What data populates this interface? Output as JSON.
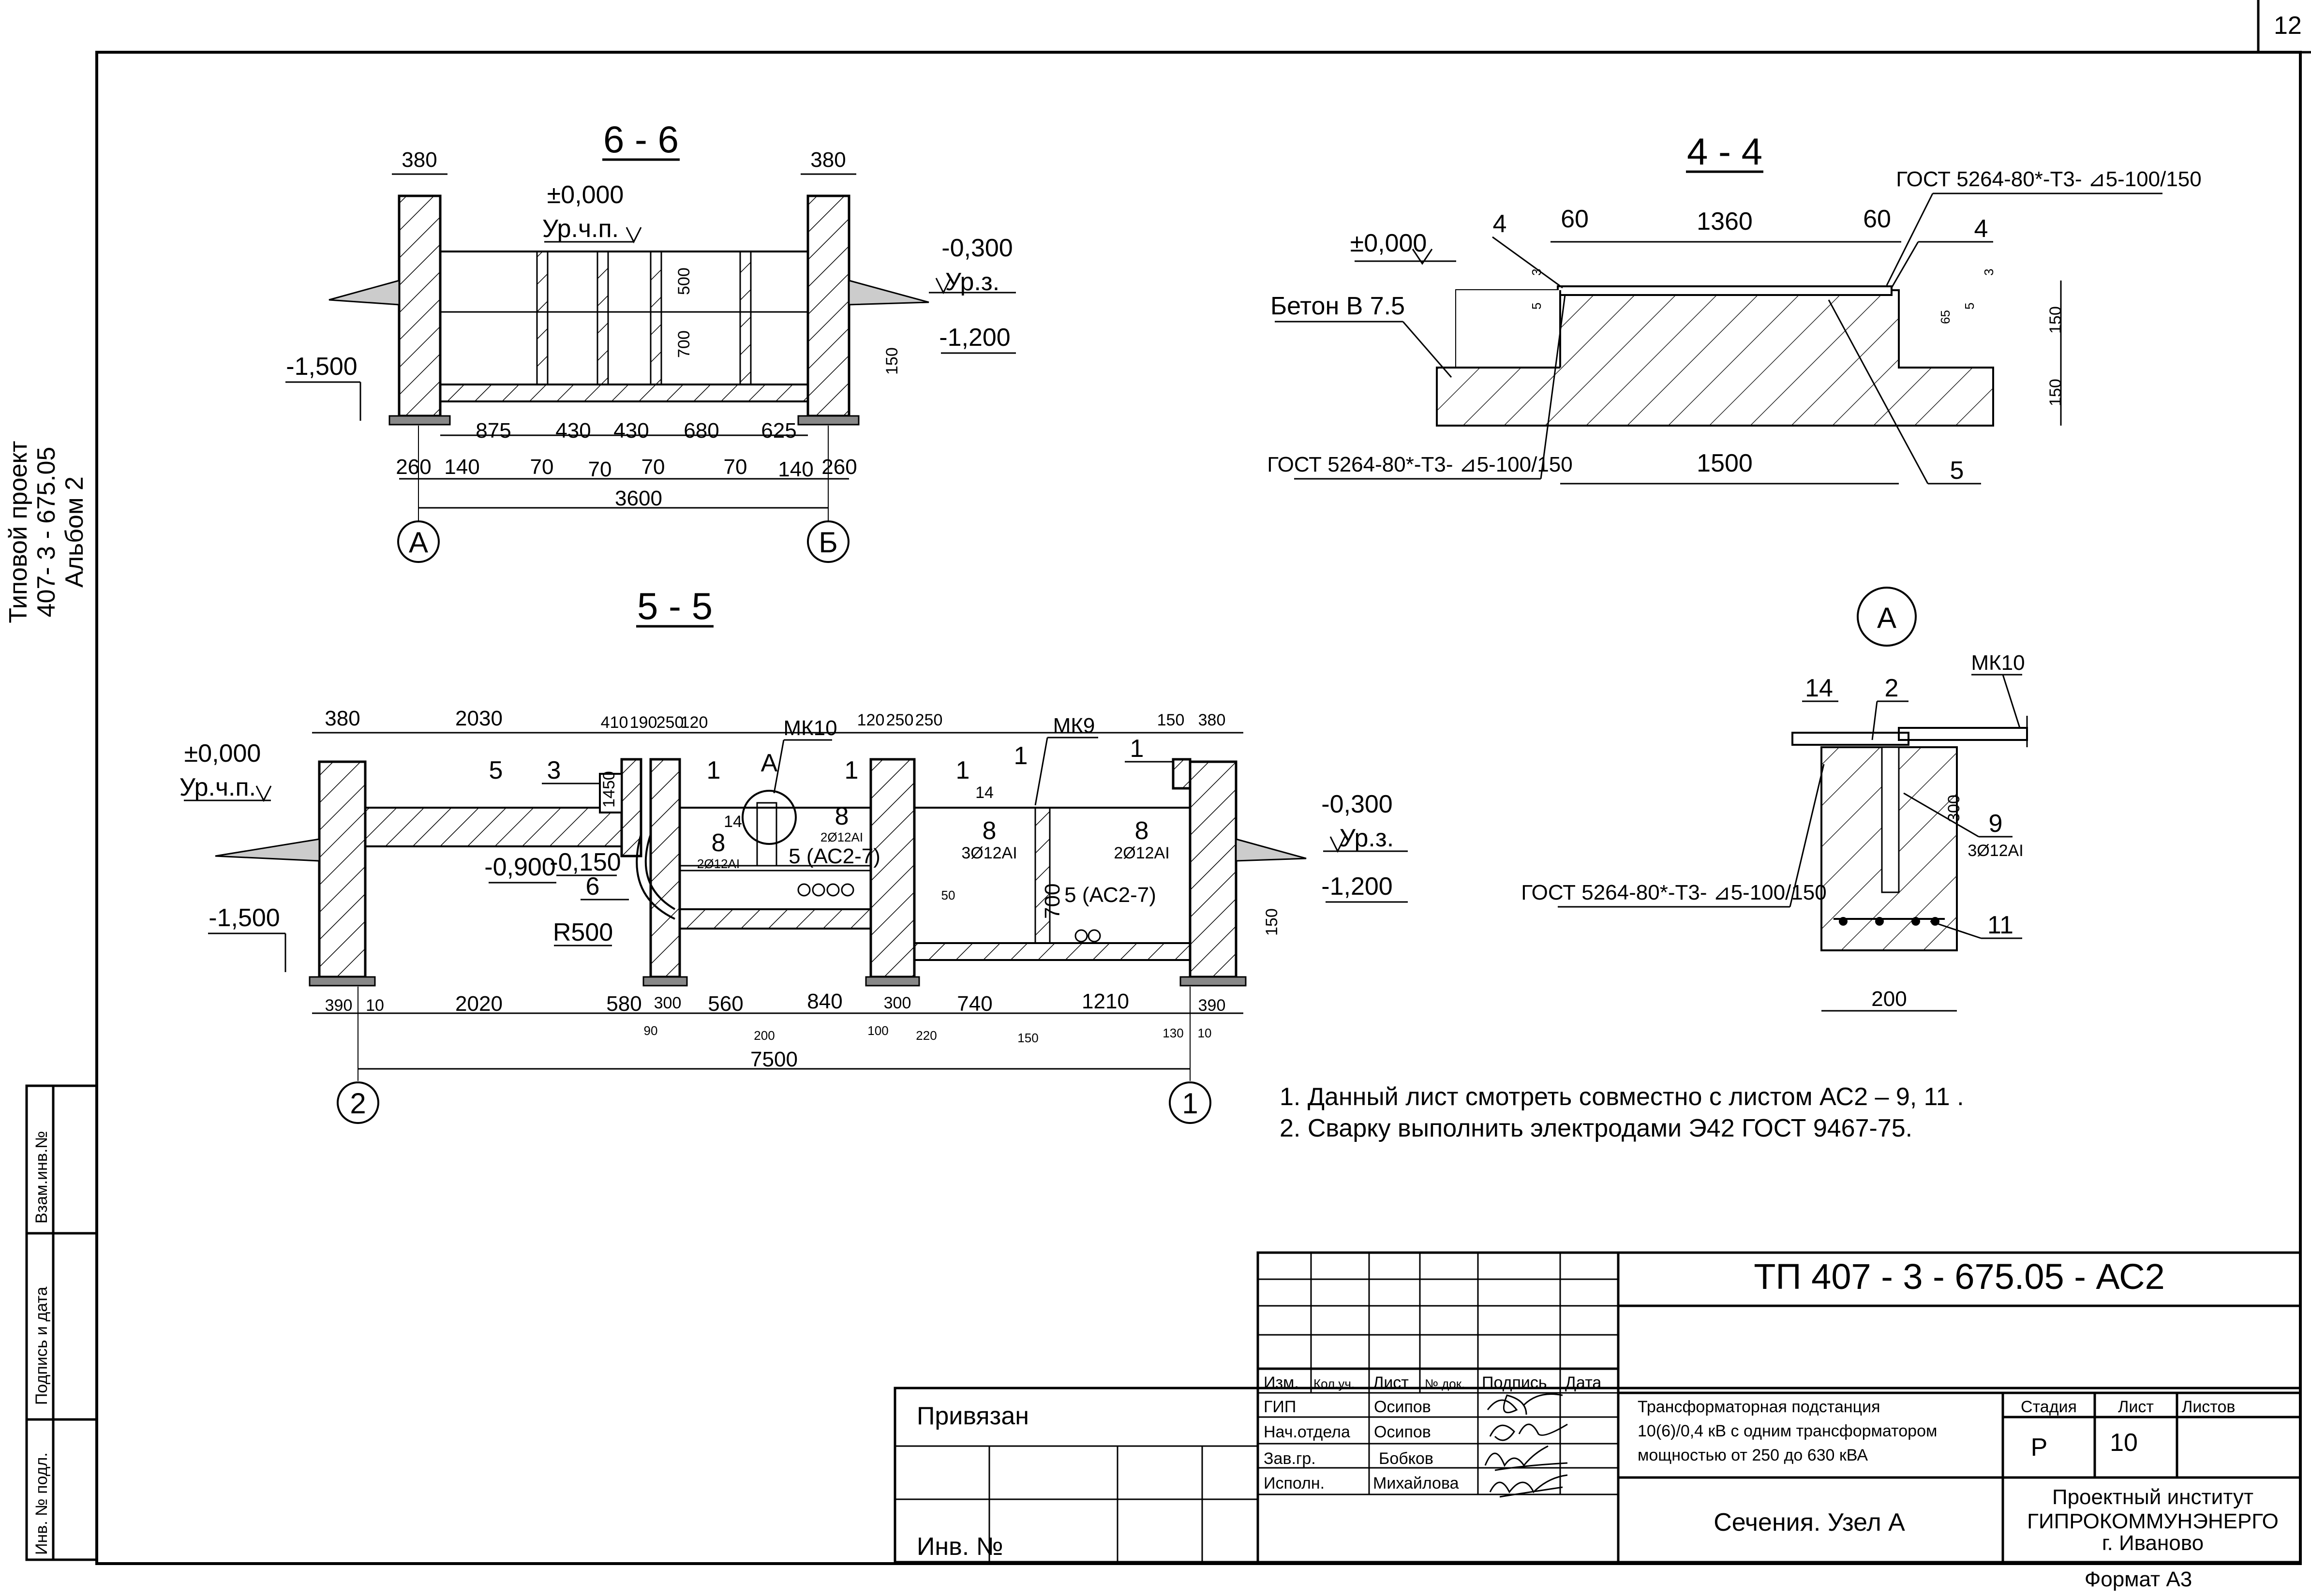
{
  "sheet": {
    "page_number": "12",
    "format": "Формат А3",
    "margin_title": [
      "Типовой проект",
      "407- 3 - 675.05",
      "Альбом 2"
    ],
    "side_fields": [
      "Взам.инв.№",
      "Подпись и дата",
      "Инв. № подл."
    ]
  },
  "section_66": {
    "title": "6 - 6",
    "level_zero": "±0,000",
    "floor_level": "Ур.ч.п.",
    "ground_level_value": "-0,300",
    "ground_level": "Ур.з.",
    "level_1200": "-1,200",
    "level_1500": "-1,500",
    "wall_widths": [
      "380",
      "380"
    ],
    "heights": [
      "500",
      "700",
      "150"
    ],
    "dims_top": [
      "875",
      "430",
      "430",
      "680",
      "625"
    ],
    "dims_bottom": [
      "260",
      "140",
      "70",
      "70",
      "70",
      "70",
      "140",
      "260"
    ],
    "total": "3600",
    "axes": [
      "А",
      "Б"
    ]
  },
  "section_44": {
    "title": "4 - 4",
    "level_zero": "±0,000",
    "concrete": "Бетон В 7.5",
    "gost": "ГОСТ 5264-80*-Т3- ⊿5-100/150",
    "marks": [
      "4",
      "4",
      "5"
    ],
    "dims_top": [
      "60",
      "1360",
      "60"
    ],
    "dims_small": [
      "3",
      "5",
      "65",
      "5",
      "3"
    ],
    "heights": [
      "150",
      "150"
    ],
    "bottom": "1500"
  },
  "section_55": {
    "title": "5 - 5",
    "level_zero": "±0,000",
    "floor_level": "Ур.ч.п.",
    "level_300": "-0,300",
    "ground_level": "Ур.з.",
    "level_1200": "-1,200",
    "level_1500": "-1,500",
    "level_900": "-0,900",
    "level_150": "-0,150",
    "radius": "R500",
    "dims_top": [
      "380",
      "2030",
      "410",
      "190",
      "250",
      "120",
      "120",
      "250",
      "250",
      "150",
      "380"
    ],
    "marks": [
      "5",
      "3",
      "1",
      "1",
      "1",
      "1",
      "1",
      "14",
      "14",
      "8",
      "8",
      "8",
      "8",
      "6"
    ],
    "rebar_labels": [
      "2Ø12АI",
      "2Ø12АI",
      "3Ø12АI",
      "2Ø12АI"
    ],
    "refs": [
      "5 (АС2-7)",
      "5 (АС2-7)"
    ],
    "node": "А",
    "mk_labels": [
      "МК10",
      "МК9"
    ],
    "heights": [
      "1450",
      "700",
      "50",
      "150"
    ],
    "dims_bottom": [
      "390",
      "10",
      "2020",
      "580",
      "300",
      "560",
      "840",
      "300",
      "740",
      "1210",
      "390"
    ],
    "dims_sub": [
      "90",
      "200",
      "100",
      "220",
      "150",
      "130",
      "10"
    ],
    "total": "7500",
    "axes": [
      "2",
      "1"
    ]
  },
  "node_a": {
    "title": "А",
    "mk": "МК10",
    "marks": [
      "14",
      "2",
      "9",
      "11"
    ],
    "rebar": "3Ø12АI",
    "height": "300",
    "gost": "ГОСТ 5264-80*-Т3- ⊿5-100/150",
    "width": "200"
  },
  "notes": [
    "1. Данный лист смотреть совместно с листом  АС2 – 9, 11 .",
    "2. Сварку выполнить электродами Э42 ГОСТ 9467-75."
  ],
  "stamp": {
    "doc_code": "ТП   407 - 3 - 675.05 - АС2",
    "linked": "Привязан",
    "inv": "Инв. №",
    "headers": [
      "Изм.",
      "Кол.уч.",
      "Лист",
      "№ док.",
      "Подпись",
      "Дата"
    ],
    "roles": [
      "ГИП",
      "Нач.отдела",
      "Зав.гр.",
      "Исполн."
    ],
    "names": [
      "Осипов",
      "Осипов",
      "Бобков",
      "Михайлова"
    ],
    "description": [
      "Трансформаторная подстанция",
      "10(6)/0,4 кВ с одним трансформатором",
      "мощностью от 250 до 630 кВА"
    ],
    "sheet_title": "Сечения. Узел А",
    "stage_header": "Стадия",
    "sheet_header": "Лист",
    "sheets_header": "Листов",
    "stage": "Р",
    "sheet_no": "10",
    "org": [
      "Проектный институт",
      "ГИПРОКОММУНЭНЕРГО",
      "г. Иваново"
    ]
  }
}
